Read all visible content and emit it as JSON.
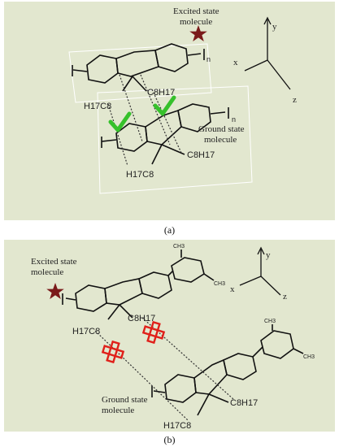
{
  "panel_a": {
    "caption": "(a)",
    "excited_label_line1": "Excited state",
    "excited_label_line2": "molecule",
    "ground_label_line1": "Ground state",
    "ground_label_line2": "molecule",
    "axis_x": "x",
    "axis_y": "y",
    "axis_z": "z",
    "repeat_subscript": "n",
    "side_chain_left": "H17C8",
    "side_chain_right": "C8H17"
  },
  "panel_b": {
    "caption": "(b)",
    "excited_label_line1": "Excited state",
    "excited_label_line2": "molecule",
    "ground_label_line1": "Ground state",
    "ground_label_line2": "molecule",
    "axis_x": "x",
    "axis_y": "y",
    "axis_z": "z",
    "methyl": "CH3",
    "side_chain_left": "H17C8",
    "side_chain_right": "C8H17"
  },
  "colors": {
    "panel_background": "#e2e7cf",
    "star": "#7a1a1a",
    "check": "#36c12b",
    "cross": "#e0201a"
  }
}
